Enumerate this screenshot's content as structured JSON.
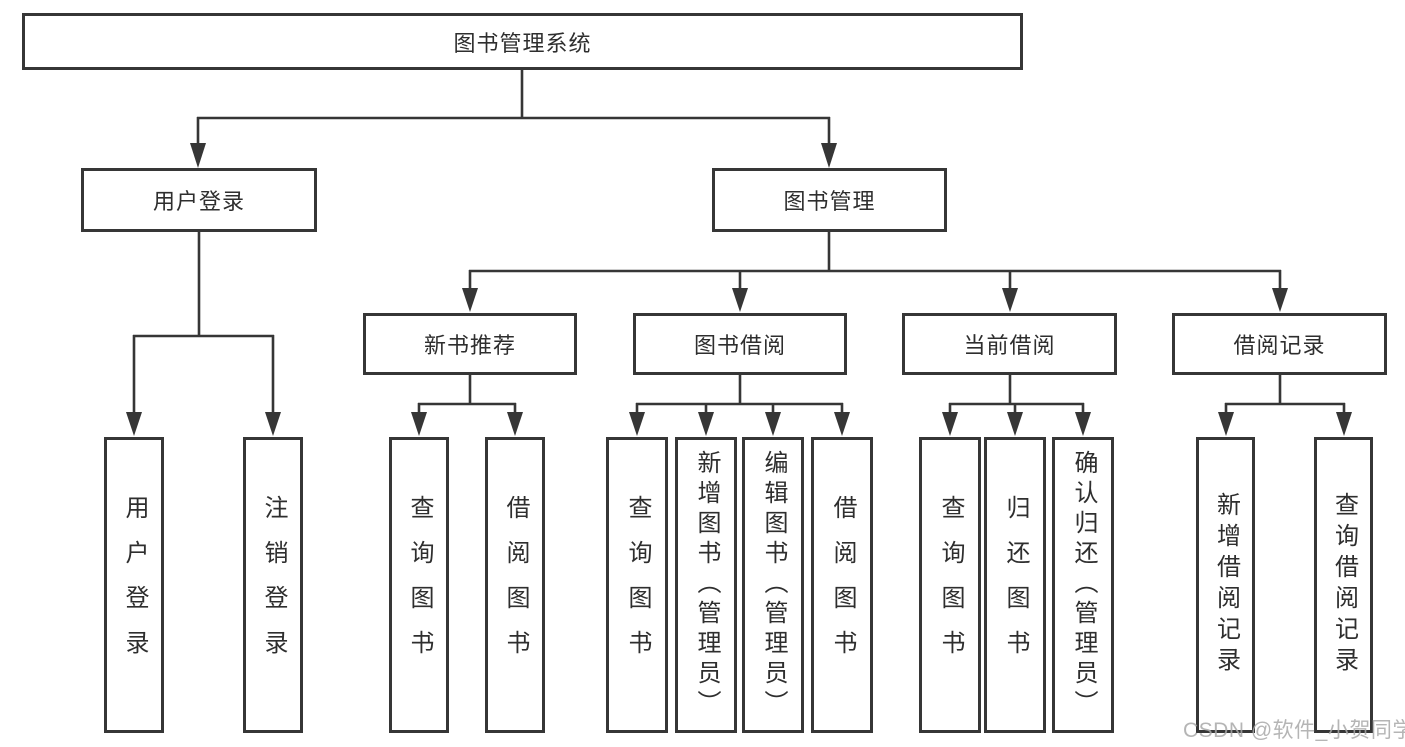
{
  "diagram": {
    "root": {
      "label": "图书管理系统"
    },
    "branches": [
      {
        "label": "用户登录",
        "children": [
          "用户登录",
          "注销登录"
        ]
      },
      {
        "label": "图书管理",
        "sections": [
          {
            "label": "新书推荐",
            "children": [
              "查询图书",
              "借阅图书"
            ]
          },
          {
            "label": "图书借阅",
            "children": [
              "查询图书",
              "新增图书（管理员）",
              "编辑图书（管理员）",
              "借阅图书"
            ]
          },
          {
            "label": "当前借阅",
            "children": [
              "查询图书",
              "归还图书",
              "确认归还（管理员）"
            ]
          },
          {
            "label": "借阅记录",
            "children": [
              "新增借阅记录",
              "查询借阅记录"
            ]
          }
        ]
      }
    ]
  },
  "watermark": {
    "text": "CSDN @软件_小贺同学",
    "color": "#a9a9a9"
  },
  "colors": {
    "line": "#363636",
    "box_border": "#363636",
    "text": "#2e2e2e",
    "background": "#ffffff"
  }
}
